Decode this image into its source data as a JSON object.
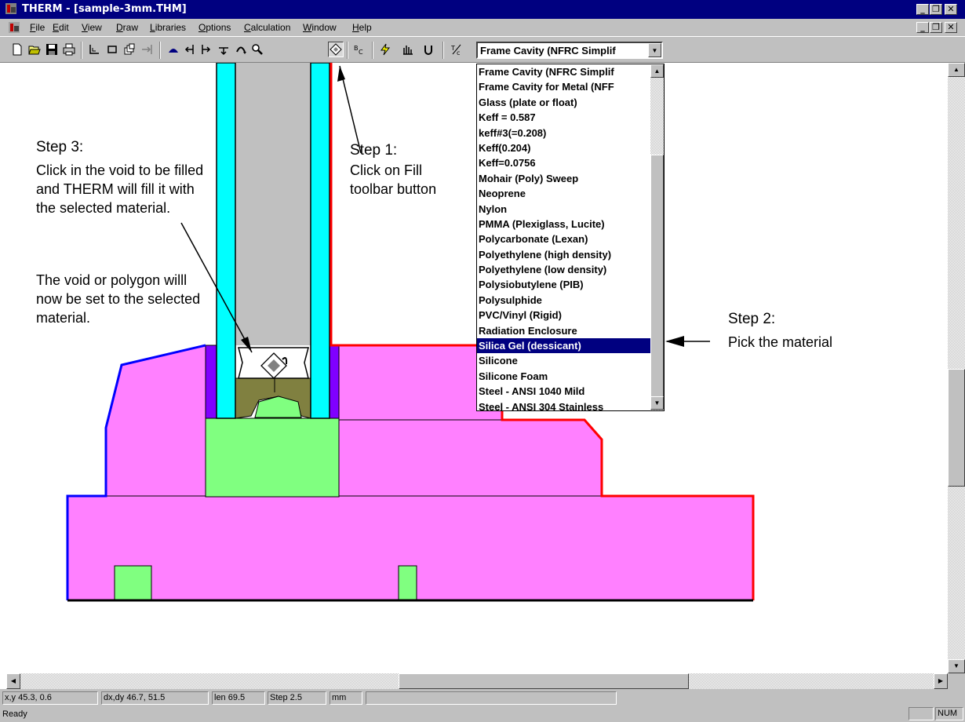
{
  "window": {
    "title": "THERM - [sample-3mm.THM]"
  },
  "menu": [
    "File",
    "Edit",
    "View",
    "Draw",
    "Libraries",
    "Options",
    "Calculation",
    "Window",
    "Help"
  ],
  "toolbar": {
    "material_combo_value": "Frame Cavity (NFRC Simplif",
    "icons": [
      "new-file-icon",
      "open-file-icon",
      "save-icon",
      "print-icon",
      "draw-polygon-icon",
      "rectangle-icon",
      "insert-glass-icon",
      "locator-icon",
      "fill-bucket-icon",
      "bc-icon",
      "calculate-icon",
      "u-factor-icon",
      "temperature-icon"
    ]
  },
  "dropdown": {
    "items": [
      "Frame Cavity (NFRC Simplif",
      "Frame Cavity for Metal (NFF",
      "Glass (plate or float)",
      "Keff = 0.587",
      "keff#3(=0.208)",
      "Keff(0.204)",
      "Keff=0.0756",
      "Mohair (Poly) Sweep",
      "Neoprene",
      "Nylon",
      "PMMA (Plexiglass, Lucite)",
      "Polycarbonate (Lexan)",
      "Polyethylene (high density)",
      "Polyethylene (low density)",
      "Polysiobutylene (PIB)",
      "Polysulphide",
      "PVC/Vinyl (Rigid)",
      "Radiation Enclosure",
      "Silica Gel (dessicant)",
      "Silicone",
      "Silicone Foam",
      "Steel - ANSI 1040 Mild",
      "Steel - ANSI 304 Stainless"
    ],
    "selected": "Silica Gel (dessicant)"
  },
  "annotations": {
    "step1_title": "Step 1:",
    "step1_body": "Click on Fill toolbar button",
    "step2_title": "Step 2:",
    "step2_body": "Pick the material",
    "step3_title": "Step 3:",
    "step3_body1": "Click in the void to be filled and THERM will fill it with the selected material.",
    "step3_body2": "The void or polygon willl now be set to the selected material."
  },
  "status": {
    "xy": "x,y  45.3,  0.6",
    "dxdy": "dx,dy  46.7, 51.5",
    "len": "len  69.5",
    "step": "Step  2.5",
    "units": "mm",
    "ready": "Ready",
    "num": "NUM"
  },
  "colors": {
    "titlebar": "#000080",
    "chrome": "#c0c0c0",
    "glass": "#00ffff",
    "gap": "#c0c0c0",
    "frame": "#ff80ff",
    "spacer": "#80ff80",
    "desiccant": "#808040",
    "seal": "#8000ff",
    "adiabatic_edge": "#0000ff",
    "bc_edge": "#ff0000",
    "selection": "#000080"
  }
}
